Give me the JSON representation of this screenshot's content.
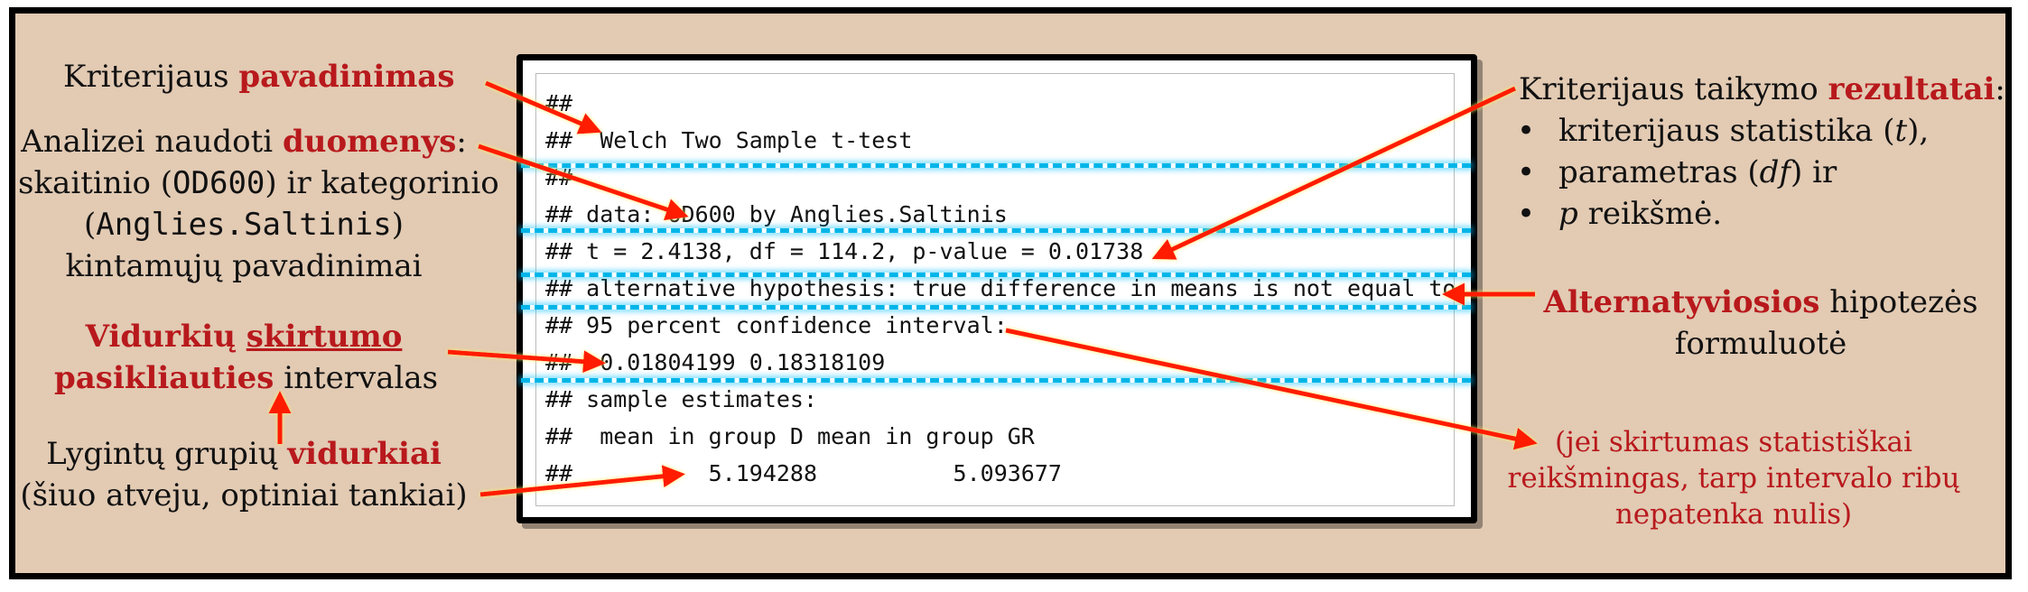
{
  "code": {
    "lines": [
      "##",
      "##  Welch Two Sample t-test",
      "##",
      "## data: OD600 by Anglies.Saltinis",
      "## t = 2.4138, df = 114.2, p-value = 0.01738",
      "## alternative hypothesis: true difference in means is not equal to",
      "## 95 percent confidence interval:",
      "##  0.01804199 0.18318109",
      "## sample estimates:",
      "##  mean in group D mean in group GR",
      "##          5.194288          5.093677"
    ]
  },
  "left": {
    "name": {
      "text": "Kriterijaus ",
      "bold": "pavadinimas"
    },
    "data": {
      "line1_text": "Analizei naudoti ",
      "line1_bold": "duomenys",
      "line1_tail": ":",
      "line2_a": "skaitinio (",
      "line2_mono": "OD600",
      "line2_b": ") ir kategorinio",
      "line3_a": "(",
      "line3_mono": "Anglies.Saltinis",
      "line3_b": ")",
      "line4": "kintamųjų pavadinimai"
    },
    "ci": {
      "bold1": "Vidurkių ",
      "bold_underlined": "skirtumo",
      "bold2": "pasikliauties",
      "tail": " intervalas"
    },
    "means": {
      "line1_text": "Lygintų grupių ",
      "line1_bold": "vidurkiai",
      "line2": "(šiuo atveju, optiniai tankiai)"
    }
  },
  "right": {
    "results": {
      "title_text": "Kriterijaus taikymo ",
      "title_bold": "rezultatai",
      "title_tail": ":",
      "bullet1_a": "kriterijaus statistika (",
      "bullet1_i": "t",
      "bullet1_b": "),",
      "bullet2_a": "parametras (",
      "bullet2_i": "df",
      "bullet2_b": ") ir",
      "bullet3_i": "p",
      "bullet3_b": " reikšmė."
    },
    "alt": {
      "bold": "Alternatyviosios",
      "tail": " hipotezės",
      "line2": "formuluotė"
    },
    "note": {
      "line1": "(jei skirtumas statistiškai",
      "line2": "reikšmingas, tarp intervalo ribų",
      "line3": "nepatenka nulis)"
    }
  },
  "colors": {
    "accent": "#b8191c",
    "background": "#e2cab3",
    "highlight": "#00b5e8",
    "arrow": "#ff1a00"
  }
}
